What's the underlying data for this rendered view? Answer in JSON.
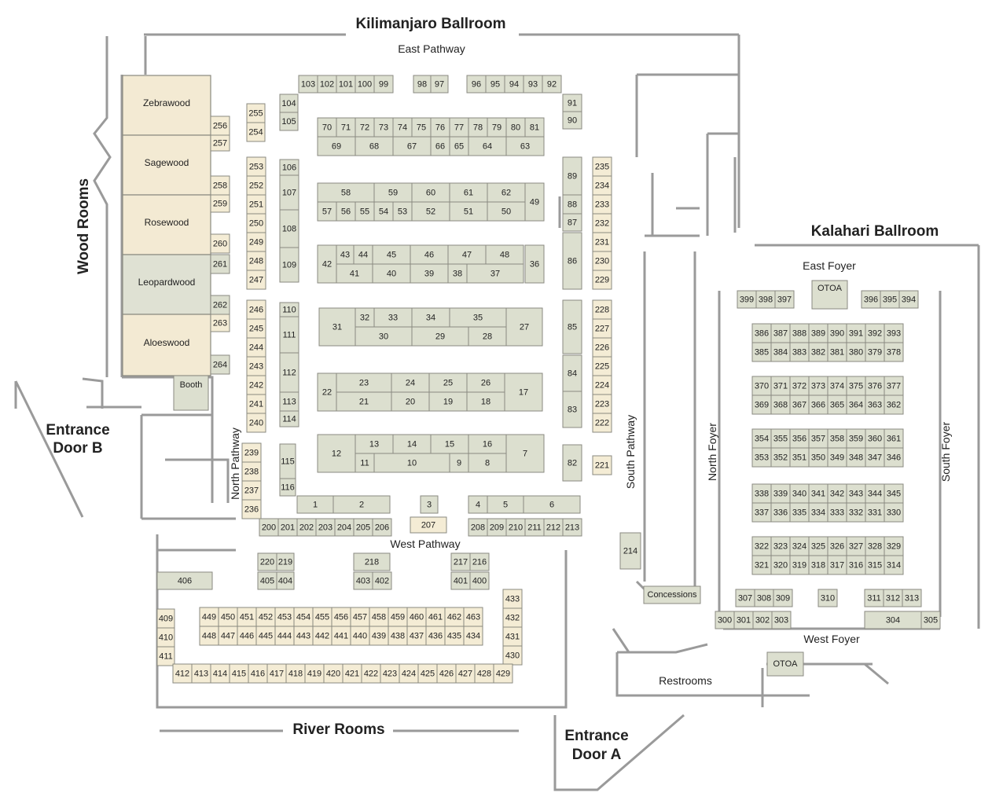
{
  "titles": {
    "kilimanjaro": "Kilimanjaro Ballroom",
    "kalahari": "Kalahari Ballroom",
    "wood_rooms": "Wood Rooms",
    "river_rooms": "River Rooms",
    "entrance_b": [
      "Entrance",
      "Door B"
    ],
    "entrance_a": [
      "Entrance",
      "Door A"
    ]
  },
  "pathways": {
    "east": "East Pathway",
    "west": "West Pathway",
    "north": "North Pathway",
    "south": "South Pathway"
  },
  "foyers": {
    "east": "East Foyer",
    "west": "West Foyer",
    "north": "North Foyer",
    "south": "South Foyer"
  },
  "rooms": {
    "wood": [
      "Zebrawood",
      "Sagewood",
      "Rosewood",
      "Leopardwood",
      "Aloeswood"
    ],
    "restrooms": "Restrooms",
    "concessions": "Concessions",
    "otoa": "OTOA",
    "booth": "Booth"
  },
  "colors": {
    "gray_booth": "#dcdfcf",
    "tan_booth": "#f4ecd5",
    "wood_room": "#f3ead3",
    "leopard_room": "#dfe1d3",
    "booth_border": "#8a8a80",
    "wall": "#9a9a9a"
  }
}
